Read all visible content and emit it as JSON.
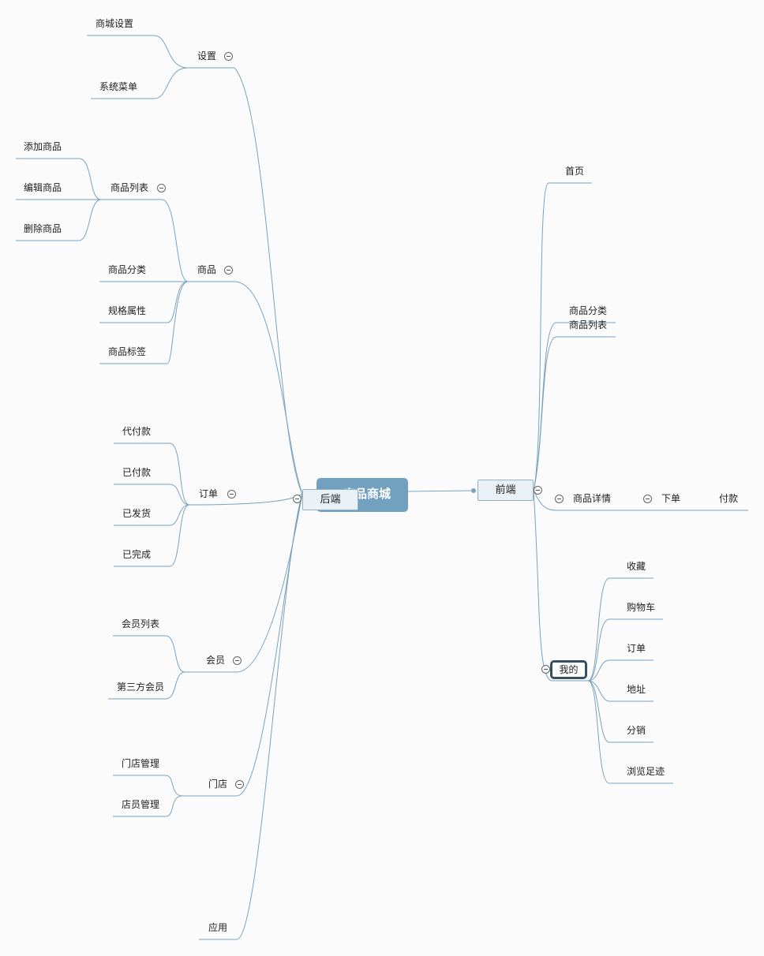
{
  "root": {
    "title": "商品商城"
  },
  "backend": {
    "label": "后端",
    "settings": {
      "label": "设置",
      "children": [
        "商城设置",
        "系统菜单"
      ]
    },
    "goods": {
      "label": "商品",
      "goods_list": {
        "label": "商品列表",
        "children": [
          "添加商品",
          "编辑商品",
          "删除商品"
        ]
      },
      "children": [
        "商品分类",
        "规格属性",
        "商品标签"
      ]
    },
    "orders": {
      "label": "订单",
      "children": [
        "代付款",
        "已付款",
        "已发货",
        "已完成"
      ]
    },
    "members": {
      "label": "会员",
      "children": [
        "会员列表",
        "第三方会员"
      ]
    },
    "stores": {
      "label": "门店",
      "children": [
        "门店管理",
        "店员管理"
      ]
    },
    "apps": {
      "label": "应用"
    }
  },
  "frontend": {
    "label": "前端",
    "home": "首页",
    "category": "商品分类",
    "goods_list": "商品列表",
    "detail": {
      "label": "商品详情",
      "order": "下单",
      "pay": "付款"
    },
    "mine": {
      "label": "我的",
      "children": [
        "收藏",
        "购物车",
        "订单",
        "地址",
        "分销",
        "浏览足迹"
      ]
    }
  },
  "colors": {
    "line": "#7aa3c0",
    "root_fill": "#72a0bf",
    "topic_fill": "#eaf1f6",
    "selected_border": "#37505f"
  }
}
